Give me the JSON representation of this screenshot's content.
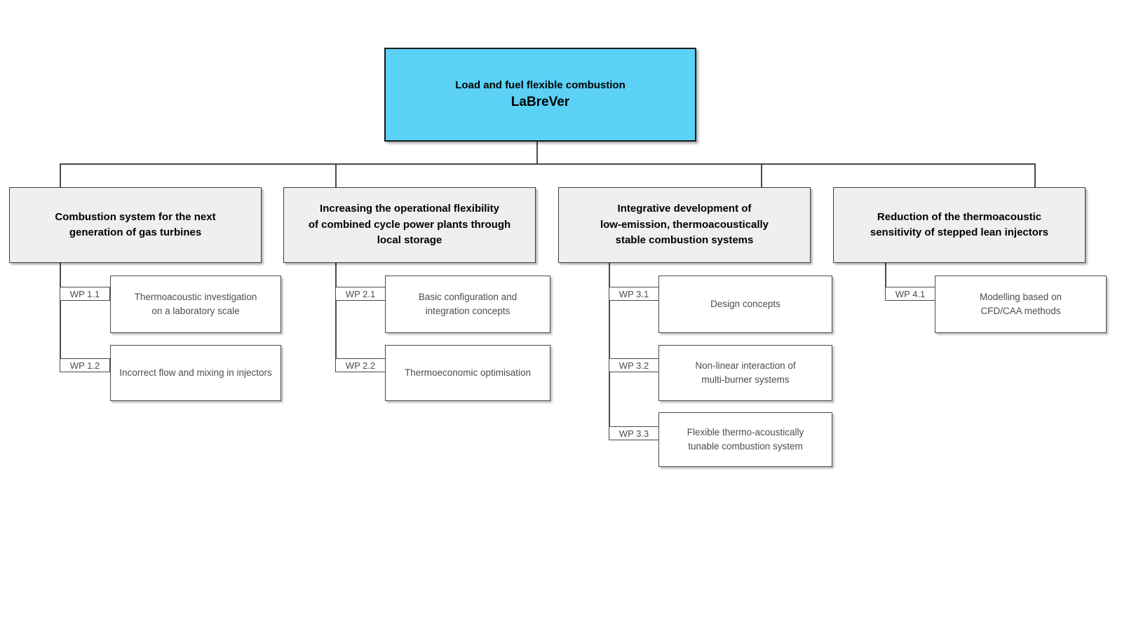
{
  "root": {
    "title": "Load and fuel flexible combustion",
    "acronym": "LaBreVer"
  },
  "branches": [
    {
      "title": "Combustion system for the next\ngeneration of gas turbines",
      "work_packages": [
        {
          "id": "WP 1.1",
          "description": "Thermoacoustic investigation\non a laboratory scale"
        },
        {
          "id": "WP 1.2",
          "description": "Incorrect flow and mixing in injectors"
        }
      ]
    },
    {
      "title": "Increasing the operational flexibility\nof combined cycle power plants through\nlocal storage",
      "work_packages": [
        {
          "id": "WP 2.1",
          "description": "Basic configuration and\nintegration concepts"
        },
        {
          "id": "WP 2.2",
          "description": "Thermoeconomic optimisation"
        }
      ]
    },
    {
      "title": "Integrative development of\nlow-emission, thermoacoustically\nstable combustion systems",
      "work_packages": [
        {
          "id": "WP 3.1",
          "description": "Design concepts"
        },
        {
          "id": "WP 3.2",
          "description": "Non-linear interaction of\nmulti-burner systems"
        },
        {
          "id": "WP 3.3",
          "description": "Flexible thermo-acoustically\ntunable combustion system"
        }
      ]
    },
    {
      "title": "Reduction of the thermoacoustic\nsensitivity of stepped lean injectors",
      "work_packages": [
        {
          "id": "WP 4.1",
          "description": "Modelling based on\nCFD/CAA methods"
        }
      ]
    }
  ],
  "colors": {
    "root_fill": "#5ad1f5",
    "branch_fill": "#efefef",
    "connector_line": "#4a4a4a",
    "wp_text": "#4d4d4d"
  }
}
